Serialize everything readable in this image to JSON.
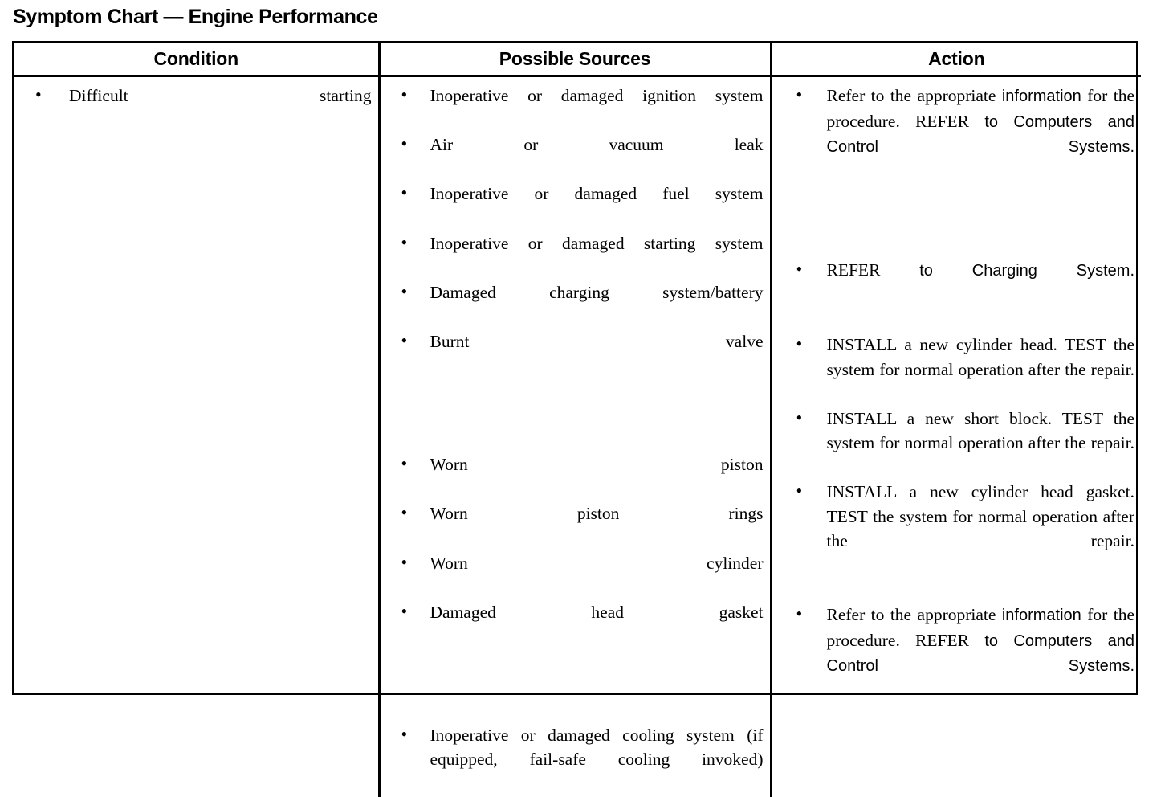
{
  "page": {
    "title": "Symptom Chart — Engine Performance"
  },
  "table": {
    "headers": {
      "condition": "Condition",
      "possible_sources": "Possible Sources",
      "action": "Action"
    },
    "condition_items": [
      "Difficult starting"
    ],
    "source_groups": [
      {
        "spacer_before": 0,
        "items": [
          "Inoperative or damaged ignition system",
          "Air or vacuum leak",
          "Inoperative or damaged fuel system",
          "Inoperative or damaged starting system",
          "Damaged charging system/battery",
          "Burnt valve"
        ]
      },
      {
        "spacer_before": 92,
        "items": [
          "Worn piston",
          "Worn piston rings",
          "Worn cylinder",
          "Damaged head gasket"
        ]
      },
      {
        "spacer_before": 92,
        "items": [
          "Inoperative or damaged cooling system (if equipped, fail-safe cooling invoked)"
        ]
      }
    ],
    "action_groups": [
      {
        "spacer_before": 0,
        "runs": [
          {
            "text": "Refer to the appropriate ",
            "style": "serif"
          },
          {
            "text": "information",
            "style": "sans"
          },
          {
            "text": " for the procedure. ",
            "style": "serif"
          },
          {
            "text": "REFER",
            "style": "serif"
          },
          {
            "text": " to Computers and Control Systems.",
            "style": "sans"
          }
        ]
      },
      {
        "spacer_before": 92,
        "runs": [
          {
            "text": "REFER",
            "style": "serif"
          },
          {
            "text": " to Charging System.",
            "style": "sans"
          }
        ]
      },
      {
        "spacer_before": 31,
        "runs": [
          {
            "text": "INSTALL a new cylinder head. TEST the system for normal operation after the repair.",
            "style": "serif"
          }
        ]
      },
      {
        "spacer_before": 0,
        "runs": [
          {
            "text": "INSTALL a new short block. TEST the system for normal operation after the repair.",
            "style": "serif"
          }
        ]
      },
      {
        "spacer_before": 0,
        "runs": [
          {
            "text": "INSTALL a new cylinder head gasket. TEST the system for normal operation after the repair.",
            "style": "serif"
          }
        ]
      },
      {
        "spacer_before": 31,
        "runs": [
          {
            "text": "Refer to the appropriate ",
            "style": "serif"
          },
          {
            "text": "information",
            "style": "sans"
          },
          {
            "text": " for the procedure. ",
            "style": "serif"
          },
          {
            "text": "REFER",
            "style": "serif"
          },
          {
            "text": " to Computers and Control Systems.",
            "style": "sans"
          }
        ]
      }
    ]
  },
  "colors": {
    "ink": "#000000",
    "paper": "#ffffff"
  }
}
